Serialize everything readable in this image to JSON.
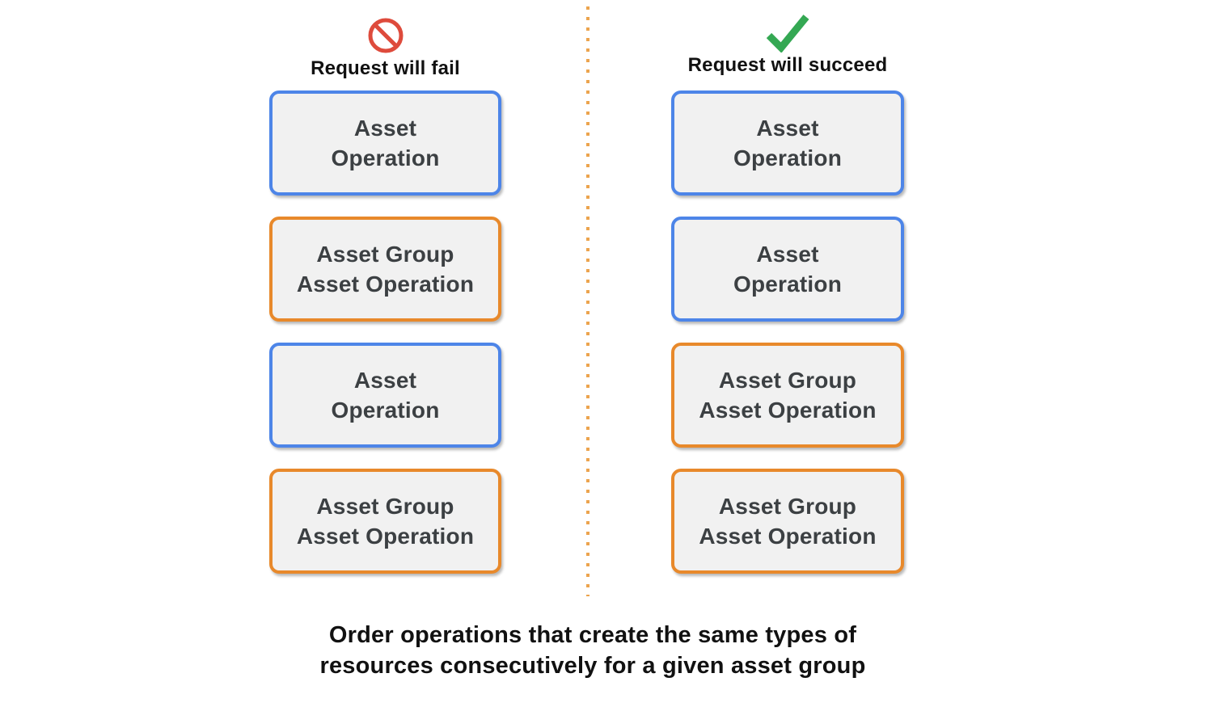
{
  "columns": [
    {
      "title": "Request will fail",
      "icon": "prohibition-icon",
      "boxes": [
        {
          "color": "blue",
          "lines": [
            "Asset",
            "Operation"
          ]
        },
        {
          "color": "orange",
          "lines": [
            "Asset Group",
            "Asset Operation"
          ]
        },
        {
          "color": "blue",
          "lines": [
            "Asset",
            "Operation"
          ]
        },
        {
          "color": "orange",
          "lines": [
            "Asset Group",
            "Asset Operation"
          ]
        }
      ]
    },
    {
      "title": "Request will succeed",
      "icon": "checkmark-icon",
      "boxes": [
        {
          "color": "blue",
          "lines": [
            "Asset",
            "Operation"
          ]
        },
        {
          "color": "blue",
          "lines": [
            "Asset",
            "Operation"
          ]
        },
        {
          "color": "orange",
          "lines": [
            "Asset Group",
            "Asset Operation"
          ]
        },
        {
          "color": "orange",
          "lines": [
            "Asset Group",
            "Asset Operation"
          ]
        }
      ]
    }
  ],
  "caption": {
    "lines": [
      "Order operations that create the same types of",
      "resources consecutively for a given asset group"
    ]
  },
  "colors": {
    "blue_border": "#4d85e8",
    "orange_border": "#e8892b",
    "box_fill": "#f1f1f1",
    "box_text": "#3c4043",
    "fail_red": "#de4b3c",
    "success_green": "#34a853",
    "divider_orange": "#eca44e",
    "heading_text": "#111111",
    "background": "#ffffff"
  }
}
